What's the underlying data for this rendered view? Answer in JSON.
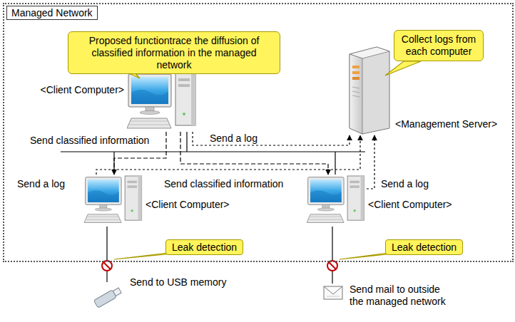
{
  "diagram": {
    "nodes": [
      {
        "text": [
          "Managed Network"
        ]
      },
      {
        "text": [
          "Proposed functiontrace the diffusion of classified information in the managed network"
        ],
        "in": 0
      },
      {
        "text": [
          "Collect logs from each computer"
        ],
        "in": 0
      },
      {
        "text": [
          "<Client Computer>"
        ],
        "in": 0
      },
      {
        "text": [
          "<Management Server>"
        ],
        "in": 0
      },
      {
        "text": [
          "<Client Computer>"
        ],
        "in": 0
      },
      {
        "text": [
          "<Client Computer>"
        ],
        "in": 0
      },
      {
        "text": [
          "Leak detection"
        ],
        "in": 0
      },
      {
        "text": [
          "Leak detection"
        ],
        "in": 0
      }
    ],
    "edges": [
      {
        "from": 3,
        "to": 5,
        "label": "Send classified information",
        "arrow": "to"
      },
      {
        "from": 3,
        "to": 6,
        "label": "Send classified information",
        "arrow": "to"
      },
      {
        "from": 3,
        "to": 4,
        "label": "Send a log",
        "arrow": "to"
      },
      {
        "from": 5,
        "to": 4,
        "label": "Send a log",
        "arrow": "to"
      },
      {
        "from": 6,
        "to": 4,
        "label": "Send a log",
        "arrow": "to"
      }
    ],
    "labels": [
      "Send to USB memory",
      "Send mail to outside the managed network"
    ]
  }
}
